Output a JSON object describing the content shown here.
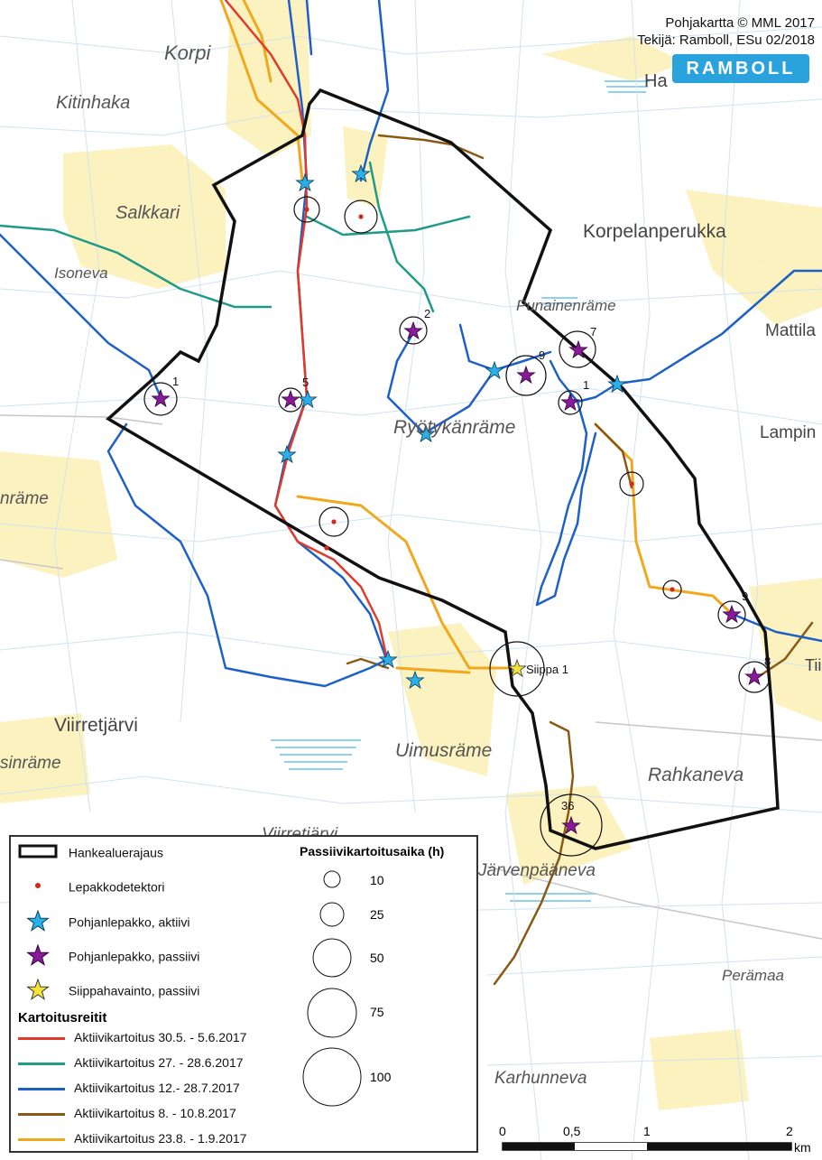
{
  "credits": {
    "line1": "Pohjakartta © MML 2017",
    "line2": "Tekijä: Ramboll, ESu 02/2018"
  },
  "logo": "RAMBOLL",
  "place_labels": [
    {
      "text": "Korpi",
      "style": "italic"
    },
    {
      "text": "Kitinhaka",
      "style": "italic"
    },
    {
      "text": "Salkkari",
      "style": "italic"
    },
    {
      "text": "Isoneva",
      "style": "italic"
    },
    {
      "text": "Korpelanperukka",
      "style": "normal"
    },
    {
      "text": "Punainenräme",
      "style": "italic"
    },
    {
      "text": "Mattila",
      "style": "normal"
    },
    {
      "text": "Lampin",
      "style": "normal"
    },
    {
      "text": "Ryötykänräme",
      "style": "italic"
    },
    {
      "text": "nräme",
      "style": "italic"
    },
    {
      "text": "Viirretjärvi",
      "style": "normal"
    },
    {
      "text": "sinräme",
      "style": "italic"
    },
    {
      "text": "Uimusräme",
      "style": "italic"
    },
    {
      "text": "Rahkaneva",
      "style": "italic"
    },
    {
      "text": "Viirretjärvi",
      "style": "italic"
    },
    {
      "text": "Järvenpääneva",
      "style": "italic"
    },
    {
      "text": "Perämaa",
      "style": "italic"
    },
    {
      "text": "Karhunneva",
      "style": "italic"
    },
    {
      "text": "Ha",
      "style": "normal"
    },
    {
      "text": "Tii",
      "style": "normal"
    }
  ],
  "point_labels": [
    "1",
    "5",
    "2",
    "9",
    "7",
    "1",
    "9",
    "8",
    "36",
    "Siippa 1"
  ],
  "legend": {
    "items": [
      {
        "label": "Hankealuerajaus",
        "symbol": "boundary"
      },
      {
        "label": "Lepakkodetektori",
        "symbol": "red-dot"
      },
      {
        "label": "Pohjanlepakko, aktiivi",
        "symbol": "blue-star"
      },
      {
        "label": "Pohjanlepakko, passiivi",
        "symbol": "purple-star"
      },
      {
        "label": "Siippahavainto, passiivi",
        "symbol": "yellow-star"
      }
    ],
    "routes_title": "Kartoitusreitit",
    "routes": [
      {
        "label": "Aktiivikartoitus 30.5. - 5.6.2017",
        "color": "#e03a2a"
      },
      {
        "label": "Aktiivikartoitus 27. - 28.6.2017",
        "color": "#1f9b87"
      },
      {
        "label": "Aktiivikartoitus 12.- 28.7.2017",
        "color": "#1f5fc8"
      },
      {
        "label": "Aktiivikartoitus 8. - 10.8.2017",
        "color": "#8a5a14"
      },
      {
        "label": "Aktiivikartoitus 23.8. - 1.9.2017",
        "color": "#f0a81e"
      }
    ],
    "passive_title": "Passiivikartoitusaika (h)",
    "passive_sizes": [
      "10",
      "25",
      "50",
      "75",
      "100"
    ]
  },
  "scale": {
    "ticks": [
      "0",
      "0,5",
      "1",
      "2"
    ],
    "unit": "km"
  },
  "colors": {
    "boundary": "#111111",
    "active_star": "#2ab0e8",
    "passive_star": "#8a1a9a",
    "bat_star_yellow": "#f3e23a",
    "field": "#fbf2bf",
    "water": "#8fd1ee"
  }
}
